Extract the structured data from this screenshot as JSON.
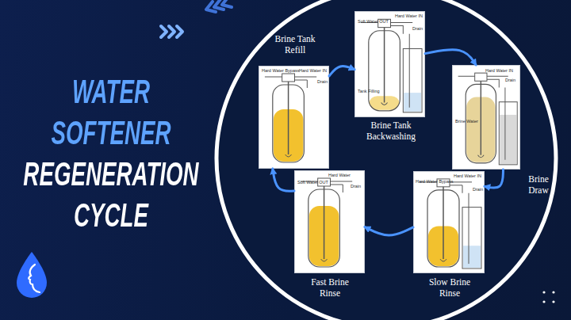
{
  "diagram": {
    "title": "WATER SOFTENER REGENERATION CYCLE",
    "nodes": [
      {
        "text": [
          "Brine Tank Refill"
        ]
      },
      {
        "text": [
          "Brine Tank Backwashing"
        ]
      },
      {
        "text": [
          "Brine Draw"
        ]
      },
      {
        "text": [
          "Slow Brine Rinse"
        ]
      },
      {
        "text": [
          "Fast Brine Rinse"
        ]
      }
    ],
    "edges": [
      {
        "from": 0,
        "to": 1,
        "arrow": "to"
      },
      {
        "from": 1,
        "to": 2,
        "arrow": "to"
      },
      {
        "from": 2,
        "to": 3,
        "arrow": "to"
      },
      {
        "from": 3,
        "to": 4,
        "arrow": "to"
      },
      {
        "from": 4,
        "to": 0,
        "arrow": "to"
      }
    ],
    "labels": [
      "Hard Water Bypass",
      "Hard Water IN",
      "Drain",
      "Soft Water OUT",
      "Hard Water IN",
      "Tank Filling",
      "Drain",
      "Hard Water IN",
      "Drain",
      "Brine Water",
      "Hard Water Bypass",
      "Hard Water IN",
      "Drain",
      "Soft Water OUT",
      "Hard Water",
      "Drain"
    ]
  }
}
